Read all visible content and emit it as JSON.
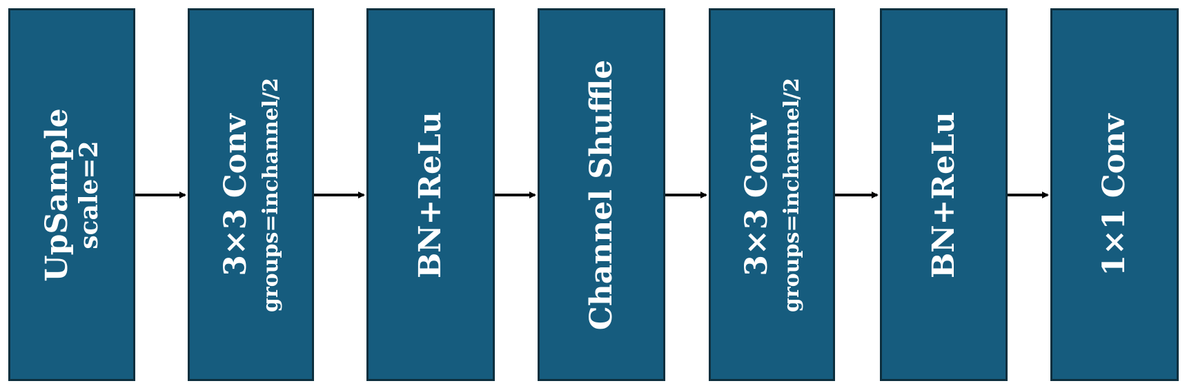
{
  "colors": {
    "block_fill": "#165c7e",
    "block_border": "#0d2f3e",
    "arrow": "#000000",
    "text": "#ffffff"
  },
  "blocks": [
    {
      "main": "UpSample",
      "sub": "scale=2"
    },
    {
      "main": "3×3  Conv",
      "sub": "groups=inchannel/2"
    },
    {
      "main": "BN+ReLu",
      "sub": ""
    },
    {
      "main": "Channel Shuffle",
      "sub": ""
    },
    {
      "main": "3×3  Conv",
      "sub": "groups=inchannel/2"
    },
    {
      "main": "BN+ReLu",
      "sub": ""
    },
    {
      "main": "1×1 Conv",
      "sub": ""
    }
  ]
}
